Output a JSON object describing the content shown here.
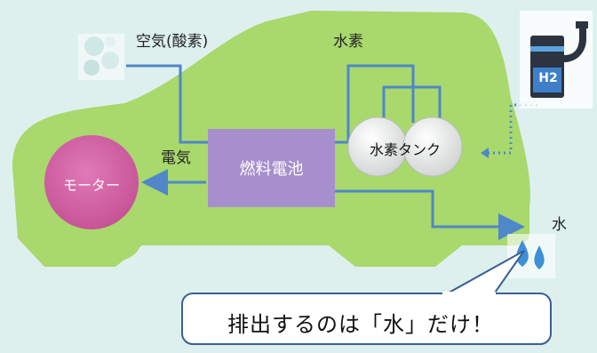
{
  "labels": {
    "air": "空気(酸素)",
    "hydrogen": "水素",
    "electricity": "電気",
    "water": "水"
  },
  "nodes": {
    "fuel_cell": "燃料電池",
    "hydrogen_tank": "水素タンク",
    "motor": "モーター"
  },
  "callout": "排出するのは「水」だけ！",
  "station_sign": "H2",
  "colors": {
    "background": "#ddf0ee",
    "car_body": "#a9d86c",
    "fuel_cell": "#a68fcc",
    "motor": "#d060a0",
    "tank": "#eceeed",
    "pipe": "#4f87c9",
    "water_drop": "#3d8fd6"
  },
  "icons": [
    "air-bubbles-icon",
    "hydrogen-station-icon",
    "water-drops-icon"
  ]
}
